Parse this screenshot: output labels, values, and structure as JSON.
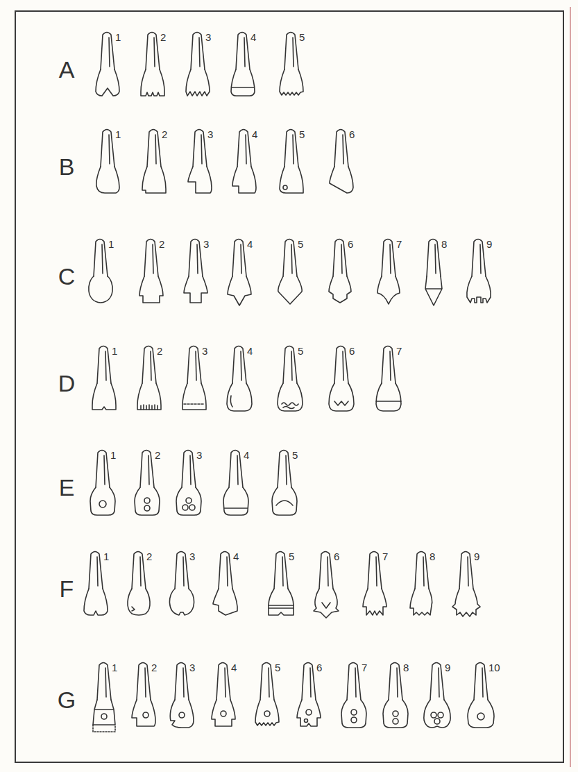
{
  "diagram": {
    "labels": [
      "A",
      "1",
      "2",
      "3",
      "4",
      "5",
      "B",
      "1",
      "2",
      "3",
      "4",
      "5",
      "6",
      "C",
      "1",
      "2",
      "3",
      "4",
      "5",
      "6",
      "7",
      "8",
      "9",
      "D",
      "1",
      "2",
      "3",
      "4",
      "5",
      "6",
      "7",
      "E",
      "1",
      "2",
      "3",
      "4",
      "5",
      "F",
      "1",
      "2",
      "3",
      "4",
      "5",
      "6",
      "7",
      "8",
      "9",
      "G",
      "1",
      "2",
      "3",
      "4",
      "5",
      "6",
      "7",
      "8",
      "9",
      "10"
    ]
  }
}
